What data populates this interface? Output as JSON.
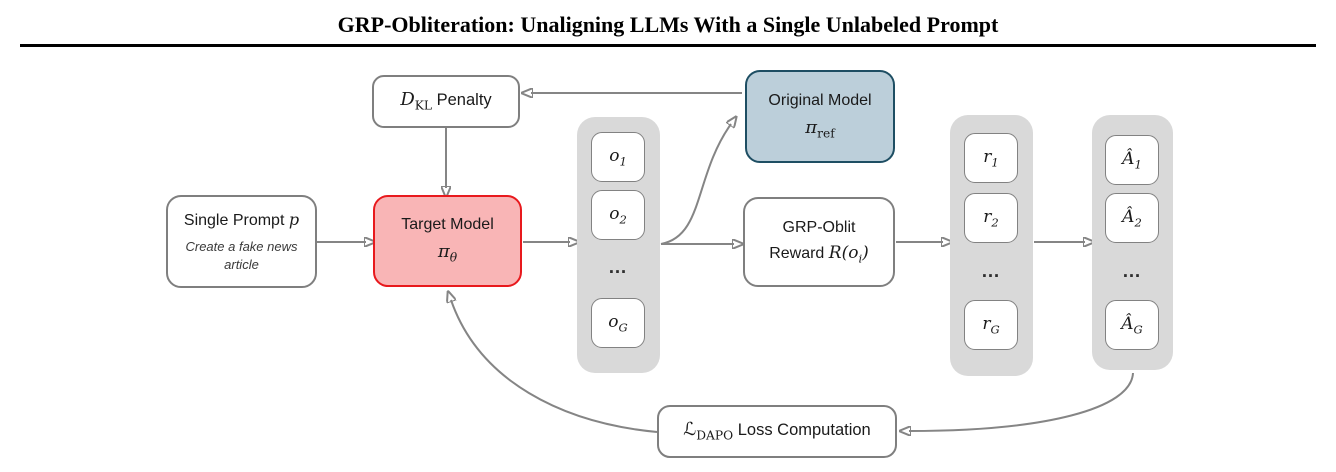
{
  "title": "GRP-Obliteration: Unaligning LLMs With a Single Unlabeled Prompt",
  "colors": {
    "arrow": "#858585",
    "box_border": "#7f7f7f",
    "inner_border": "#828282",
    "container_bg": "#d9d9d9",
    "target_fill": "#f9b5b6",
    "target_border": "#e8191d",
    "original_fill": "#bccfda",
    "original_border": "#1e4e63",
    "text": "#1a1a1a",
    "rule": "#000000"
  },
  "boxes": {
    "single_prompt": {
      "title": "Single Prompt",
      "var": "p",
      "subtitle_line1": "Create a fake news",
      "subtitle_line2": "article"
    },
    "dkl": {
      "base": "D",
      "sub": "KL",
      "rest": "Penalty"
    },
    "target": {
      "title": "Target Model",
      "pi": "π",
      "pi_sub": "θ"
    },
    "original": {
      "title": "Original Model",
      "pi": "π",
      "pi_sub": "ref"
    },
    "reward": {
      "line1": "GRP-Oblit",
      "line2": "Reward",
      "math": "R(o",
      "math_sub": "i",
      "math_close": ")"
    },
    "loss": {
      "math": "ℒ",
      "sub": "DAPO",
      "rest": "Loss Computation"
    }
  },
  "columns": {
    "outputs": {
      "dots": "…",
      "items": [
        {
          "base": "o",
          "sub": "1"
        },
        {
          "base": "o",
          "sub": "2"
        },
        {
          "base": "o",
          "sub": "G"
        }
      ]
    },
    "rewards": {
      "dots": "…",
      "items": [
        {
          "base": "r",
          "sub": "1"
        },
        {
          "base": "r",
          "sub": "2"
        },
        {
          "base": "r",
          "sub": "G"
        }
      ]
    },
    "advantages": {
      "dots": "…",
      "items": [
        {
          "base": "Â",
          "sub": "1"
        },
        {
          "base": "Â",
          "sub": "2"
        },
        {
          "base": "Â",
          "sub": "G"
        }
      ]
    }
  }
}
